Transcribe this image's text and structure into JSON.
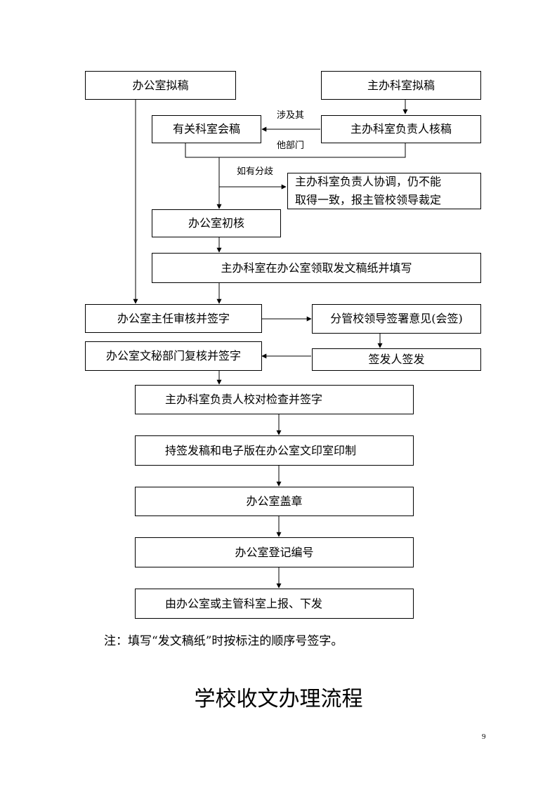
{
  "boxes": {
    "office_draft": "办公室拟稿",
    "main_dept_draft": "主办科室拟稿",
    "related_dept_review": "有关科室会稿",
    "main_head_review": "主办科室负责人核稿",
    "coordinate_line1": "主办科室负责人协调，仍不能",
    "coordinate_line2": "取得一致，报主管校领导裁定",
    "office_initial_check": "办公室初核",
    "fill_form": "主办科室在办公室领取发文稿纸并填写",
    "director_sign": "办公室主任审核并签字",
    "leader_opinion": "分管校领导签署意见(会签)",
    "secretary_recheck": "办公室文秘部门复核并签字",
    "issuer_sign": "签发人签发",
    "proofread": "主办科室负责人校对检查并签字",
    "print": "持签发稿和电子版在办公室文印室印制",
    "seal": "办公室盖章",
    "register": "办公室登记编号",
    "distribute": "由办公室或主管科室上报、下发"
  },
  "labels": {
    "other_dept_top": "涉及其",
    "other_dept_bottom": "他部门",
    "dispute": "如有分歧"
  },
  "note": "注：填写“发文稿纸”时按标注的顺序号签字。",
  "section_title": "学校收文办理流程",
  "page_number": "9"
}
